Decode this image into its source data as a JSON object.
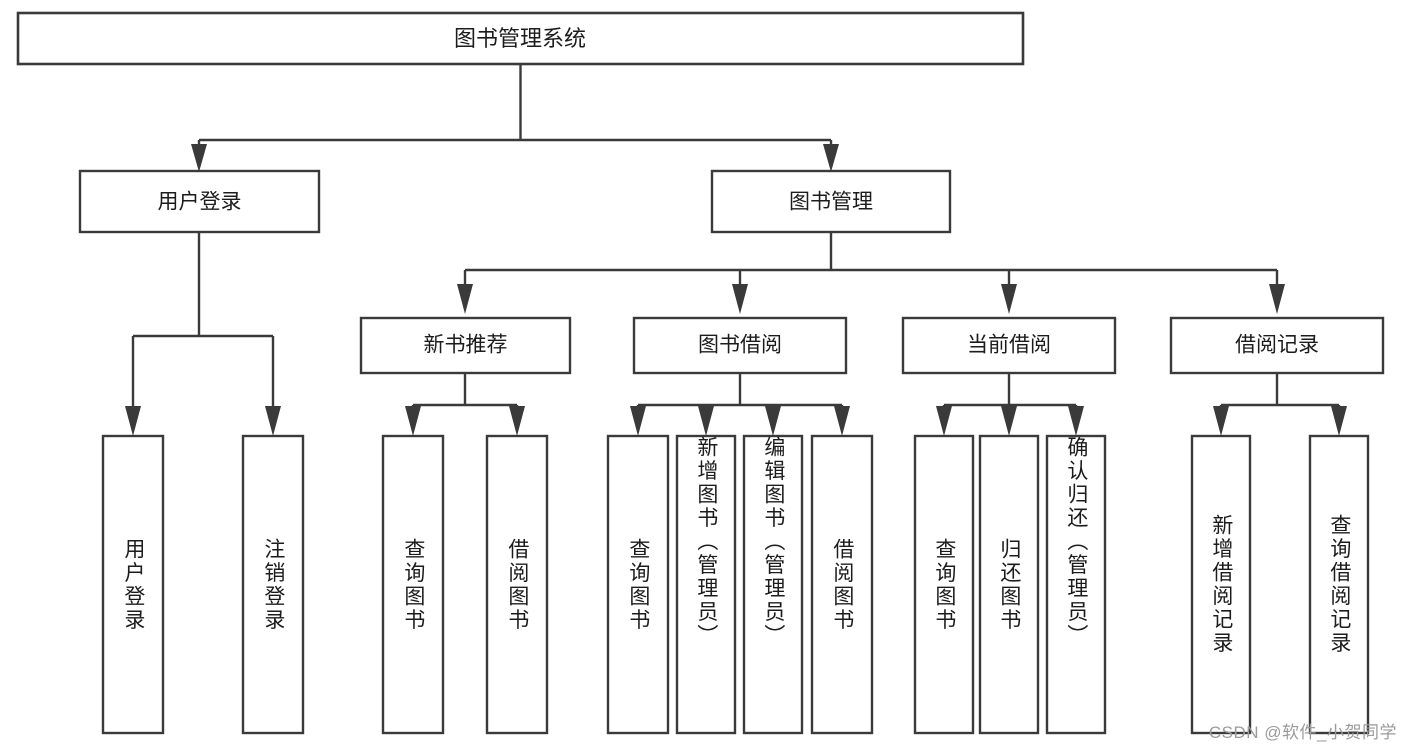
{
  "diagram": {
    "title": "图书管理系统",
    "type": "tree-hierarchy",
    "orientation": "top-down",
    "colors": {
      "stroke": "#3a3a3a",
      "box_fill": "#ffffff",
      "text": "#1c1c1c",
      "background": "#ffffff",
      "watermark": "#9b9b9b"
    },
    "root": {
      "label": "图书管理系统"
    },
    "level2": [
      {
        "label": "用户登录"
      },
      {
        "label": "图书管理"
      }
    ],
    "level3": [
      {
        "label": "新书推荐"
      },
      {
        "label": "图书借阅"
      },
      {
        "label": "当前借阅"
      },
      {
        "label": "借阅记录"
      }
    ],
    "leaves": {
      "user_login": [
        {
          "label": "用户登录"
        },
        {
          "label": "注销登录"
        }
      ],
      "new_book_recommend": [
        {
          "label": "查询图书"
        },
        {
          "label": "借阅图书"
        }
      ],
      "book_borrow": [
        {
          "label": "查询图书"
        },
        {
          "label": "新增图书（管理员）"
        },
        {
          "label": "编辑图书（管理员）"
        },
        {
          "label": "借阅图书"
        }
      ],
      "current_borrow": [
        {
          "label": "查询图书"
        },
        {
          "label": "归还图书"
        },
        {
          "label": "确认归还（管理员）"
        }
      ],
      "borrow_record": [
        {
          "label": "新增借阅记录"
        },
        {
          "label": "查询借阅记录"
        }
      ]
    }
  },
  "watermark": {
    "text": "CSDN @软件_小贺同学"
  }
}
